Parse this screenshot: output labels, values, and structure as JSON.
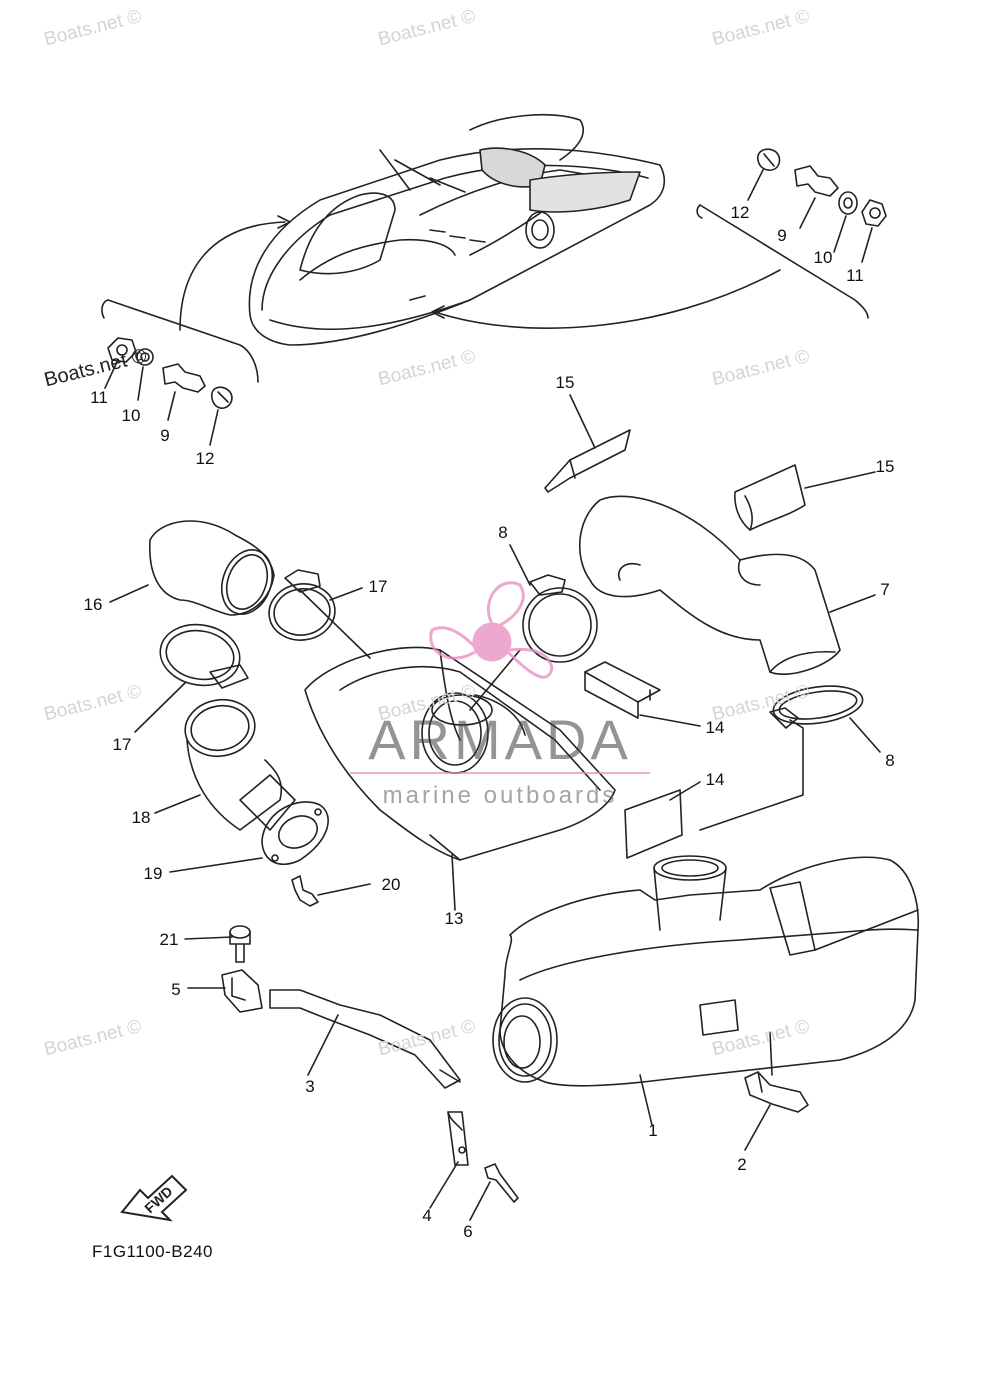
{
  "watermark_text": "Boats.net ©",
  "brand": {
    "name": "ARMADA",
    "tagline": "marine outboards",
    "accent_color": "#e68cbe"
  },
  "diagram_code": "F1G1100-B240",
  "fwd_label": "FWD",
  "callouts": {
    "c12a": "12",
    "c9a": "9",
    "c10a": "10",
    "c11a": "11",
    "c11b": "11",
    "c10b": "10",
    "c9b": "9",
    "c12b": "12",
    "c15a": "15",
    "c15b": "15",
    "c8a": "8",
    "c7": "7",
    "c16": "16",
    "c17a": "17",
    "c17b": "17",
    "c14a": "14",
    "c14b": "14",
    "c8b": "8",
    "c18": "18",
    "c19": "19",
    "c20": "20",
    "c13": "13",
    "c21": "21",
    "c5": "5",
    "c3": "3",
    "c1": "1",
    "c2": "2",
    "c4": "4",
    "c6": "6"
  }
}
